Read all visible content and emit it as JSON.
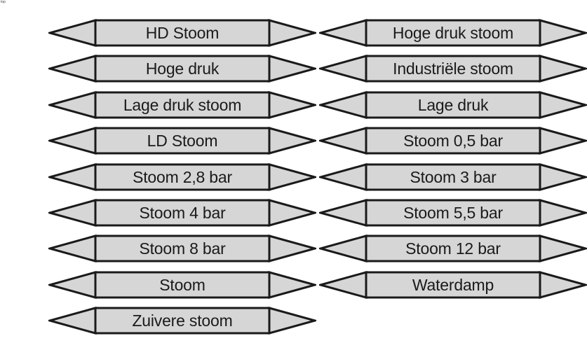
{
  "corner_label": "top",
  "colors": {
    "marker_fill": "#d6d6d6",
    "marker_stroke": "#1a1a1a",
    "label_text": "#1a1a1a"
  },
  "markers": {
    "left": [
      {
        "label": "HD Stoom"
      },
      {
        "label": "Hoge druk"
      },
      {
        "label": "Lage druk stoom"
      },
      {
        "label": "LD Stoom"
      },
      {
        "label": "Stoom 2,8 bar"
      },
      {
        "label": "Stoom 4 bar"
      },
      {
        "label": "Stoom 8 bar"
      },
      {
        "label": "Stoom"
      },
      {
        "label": "Zuivere stoom"
      }
    ],
    "right": [
      {
        "label": "Hoge druk stoom"
      },
      {
        "label": "Industriële stoom"
      },
      {
        "label": "Lage druk"
      },
      {
        "label": "Stoom 0,5 bar"
      },
      {
        "label": "Stoom 3 bar"
      },
      {
        "label": "Stoom 5,5 bar"
      },
      {
        "label": "Stoom 12 bar"
      },
      {
        "label": "Waterdamp"
      }
    ]
  }
}
